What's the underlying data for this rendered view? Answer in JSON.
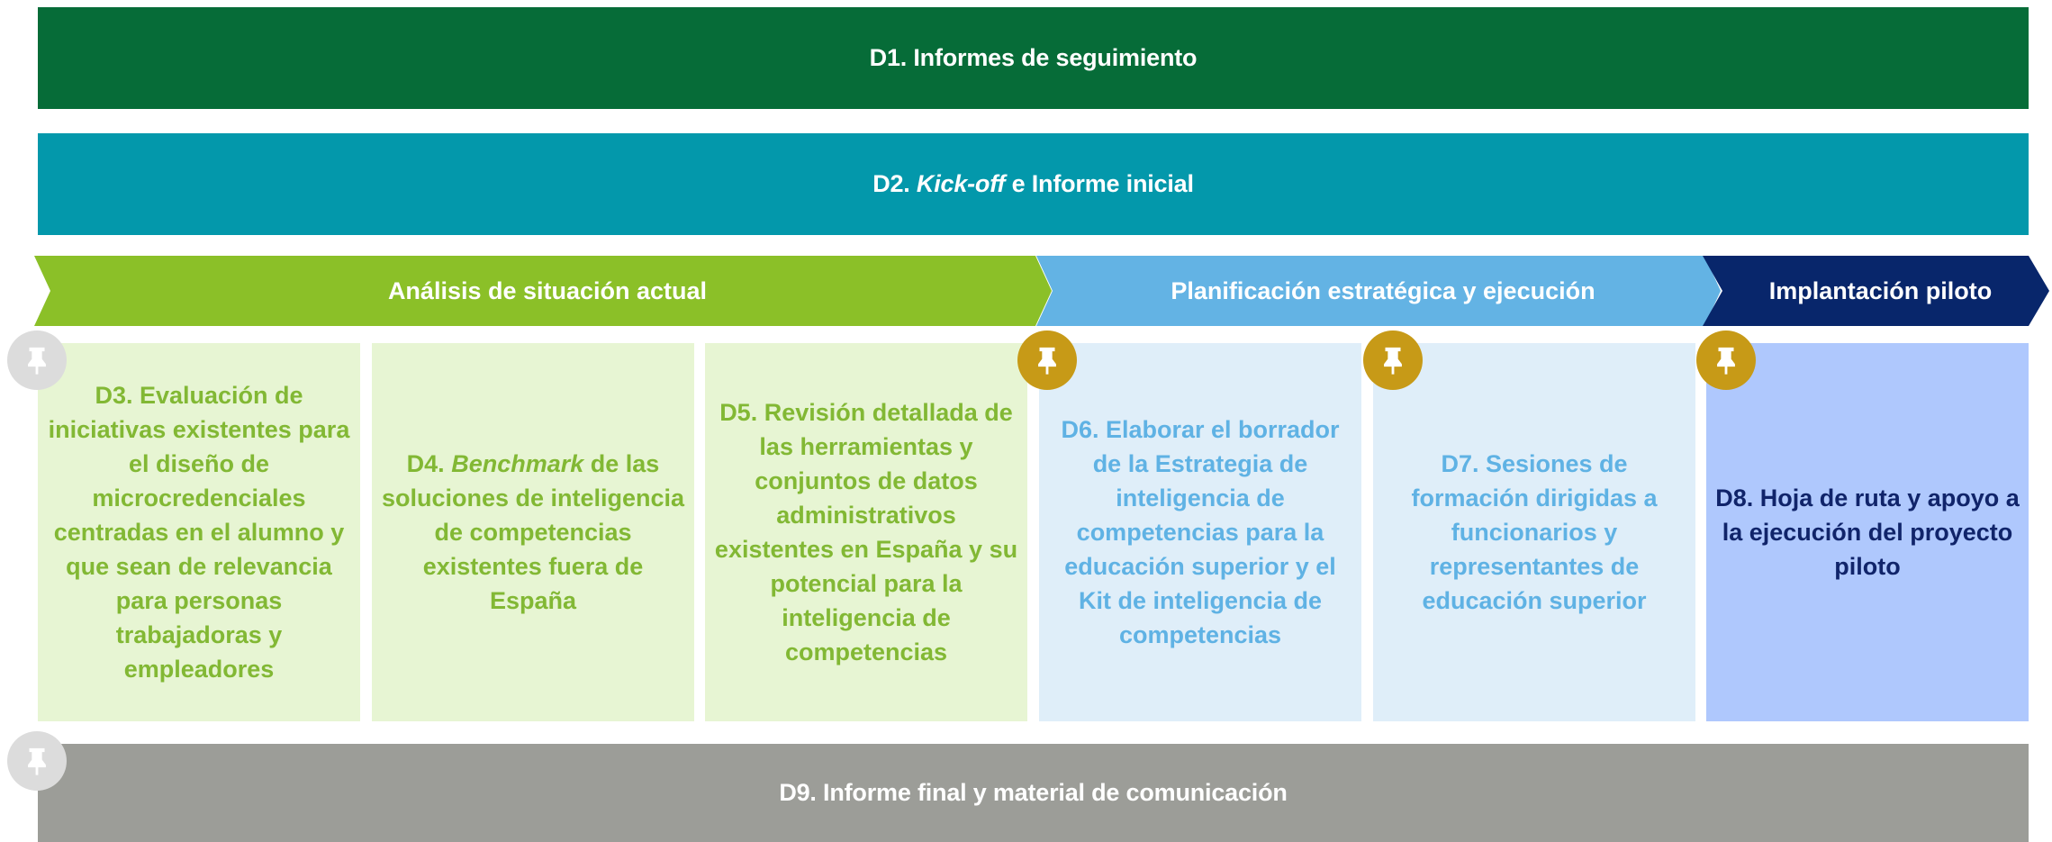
{
  "d1": {
    "label": "D1. Informes de seguimiento"
  },
  "d2": {
    "prefix": "D2. ",
    "italic": "Kick-off",
    "suffix": " e Informe inicial"
  },
  "phases": [
    {
      "label": "Análisis de situación actual",
      "color": "#8bc028"
    },
    {
      "label": "Planificación estratégica y ejecución",
      "color": "#63b3e4"
    },
    {
      "label": "Implantación piloto",
      "color": "#08266b"
    }
  ],
  "cards": {
    "d3": {
      "label": "D3. Evaluación de iniciativas existentes para el diseño de microcredenciales centradas en el alumno y que sean de relevancia para personas trabajadoras y empleadores"
    },
    "d4": {
      "prefix": "D4. ",
      "italic": "Benchmark",
      "suffix": " de las soluciones de inteligencia de competencias existentes fuera de España"
    },
    "d5": {
      "label": "D5. Revisión detallada de las herramientas y conjuntos de datos administrativos existentes en España y su potencial para la inteligencia de competencias"
    },
    "d6": {
      "label": "D6. Elaborar el borrador de la Estrategia de inteligencia de competencias para la educación superior y el Kit de inteligencia de competencias"
    },
    "d7": {
      "label": "D7. Sesiones de formación dirigidas a funcionarios y representantes de educación superior"
    },
    "d8": {
      "label": "D8. Hoja de ruta y apoyo a la ejecución del proyecto piloto"
    }
  },
  "d9": {
    "label": "D9. Informe final y material de comunicación"
  },
  "icons": {
    "pin": "pushpin-icon",
    "colors": {
      "grey": "#dcdcdc",
      "gold": "#c79a17"
    }
  }
}
